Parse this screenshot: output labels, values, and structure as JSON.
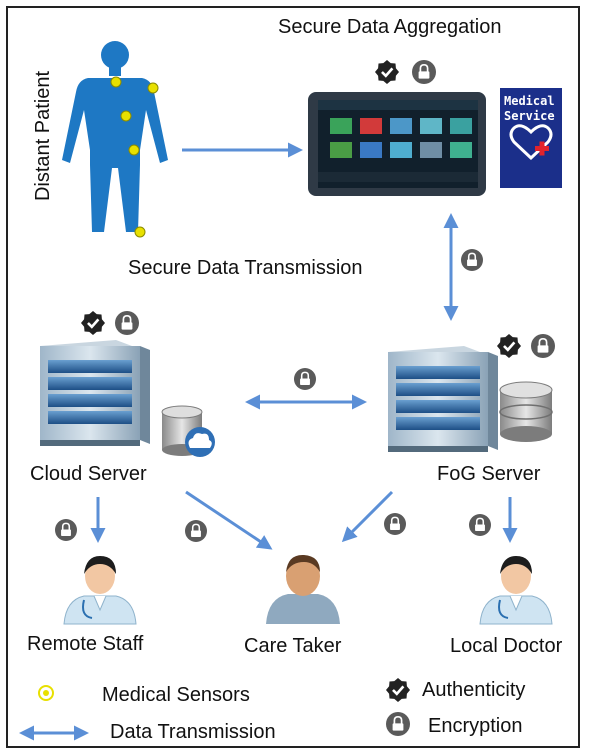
{
  "title": "Secure Data Aggregation",
  "patient_label": "Distant Patient",
  "transmission_label": "Secure Data Transmission",
  "medical_service": [
    "Medical",
    "Service"
  ],
  "nodes": {
    "cloud": "Cloud Server",
    "fog": "FoG Server",
    "remote_staff": "Remote Staff",
    "care_taker": "Care Taker",
    "local_doctor": "Local Doctor"
  },
  "legend": {
    "sensors": "Medical Sensors",
    "transmission": "Data Transmission",
    "authenticity": "Authenticity",
    "encryption": "Encryption"
  },
  "colors": {
    "patient": "#1e78c4",
    "arrow": "#5b8fd6",
    "sensor": "#e8e000",
    "badge": "#222222",
    "lock": "#5a5a5a",
    "service_panel": "#1b2f8a"
  }
}
